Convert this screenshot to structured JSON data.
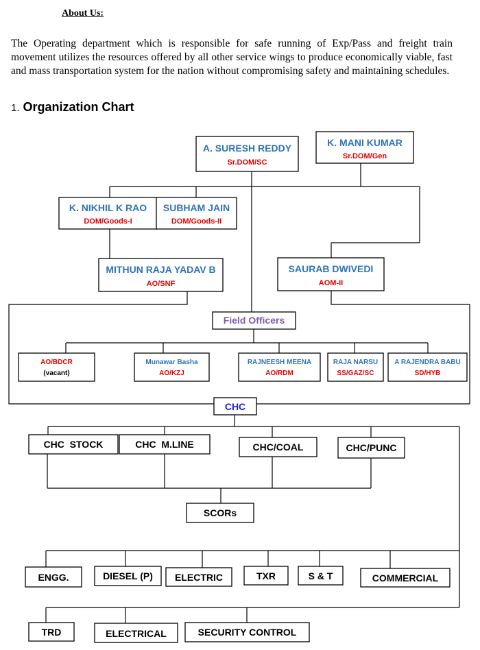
{
  "about": {
    "heading": "About Us:",
    "text": "The Operating department which is responsible for safe running of Exp/Pass and freight train movement utilizes the resources offered by all other service wings to produce economically viable, fast and mass transportation system for the nation without compromising safety and maintaining schedules."
  },
  "section": {
    "number": "1.",
    "title": "Organization Chart"
  },
  "nodes": {
    "suresh": {
      "name": "A. SURESH REDDY",
      "role": "Sr.DOM/SC"
    },
    "mani": {
      "name": "K. MANI KUMAR",
      "role": "Sr.DOM/Gen"
    },
    "nikhil": {
      "name": "K. NIKHIL K RAO",
      "role": "DOM/Goods-I"
    },
    "subham": {
      "name": "SUBHAM JAIN",
      "role": "DOM/Goods-II"
    },
    "mithun": {
      "name": "MITHUN RAJA YADAV B",
      "role": "AO/SNF"
    },
    "saurab": {
      "name": "SAURAB DWIVEDI",
      "role": "AOM-II"
    },
    "field": {
      "name": "Field Officers"
    },
    "bdcr": {
      "name": "AO/BDCR",
      "role": "(vacant)"
    },
    "munawar": {
      "name": "Munawar Basha",
      "role": "AO/KZJ"
    },
    "rajneesh": {
      "name": "RAJNEESH MEENA",
      "role": "AO/RDM"
    },
    "narsu": {
      "name": "RAJA NARSU",
      "role": "SS/GAZ/SC"
    },
    "babu": {
      "name": "A RAJENDRA BABU",
      "role": "SD/HYB"
    },
    "chc": {
      "name": "CHC"
    },
    "stock": {
      "name": "CHC  STOCK"
    },
    "mline": {
      "name": "CHC  M.LINE"
    },
    "coal": {
      "name": "CHC/COAL"
    },
    "punc": {
      "name": "CHC/PUNC"
    },
    "scors": {
      "name": "SCORs"
    },
    "engg": {
      "name": "ENGG."
    },
    "diesel": {
      "name": "DIESEL (P)"
    },
    "electric": {
      "name": "ELECTRIC"
    },
    "txr": {
      "name": "TXR"
    },
    "st": {
      "name": "S & T"
    },
    "commercial": {
      "name": "COMMERCIAL"
    },
    "trd": {
      "name": "TRD"
    },
    "electrical": {
      "name": "ELECTRICAL"
    },
    "security": {
      "name": "SECURITY CONTROL"
    }
  }
}
